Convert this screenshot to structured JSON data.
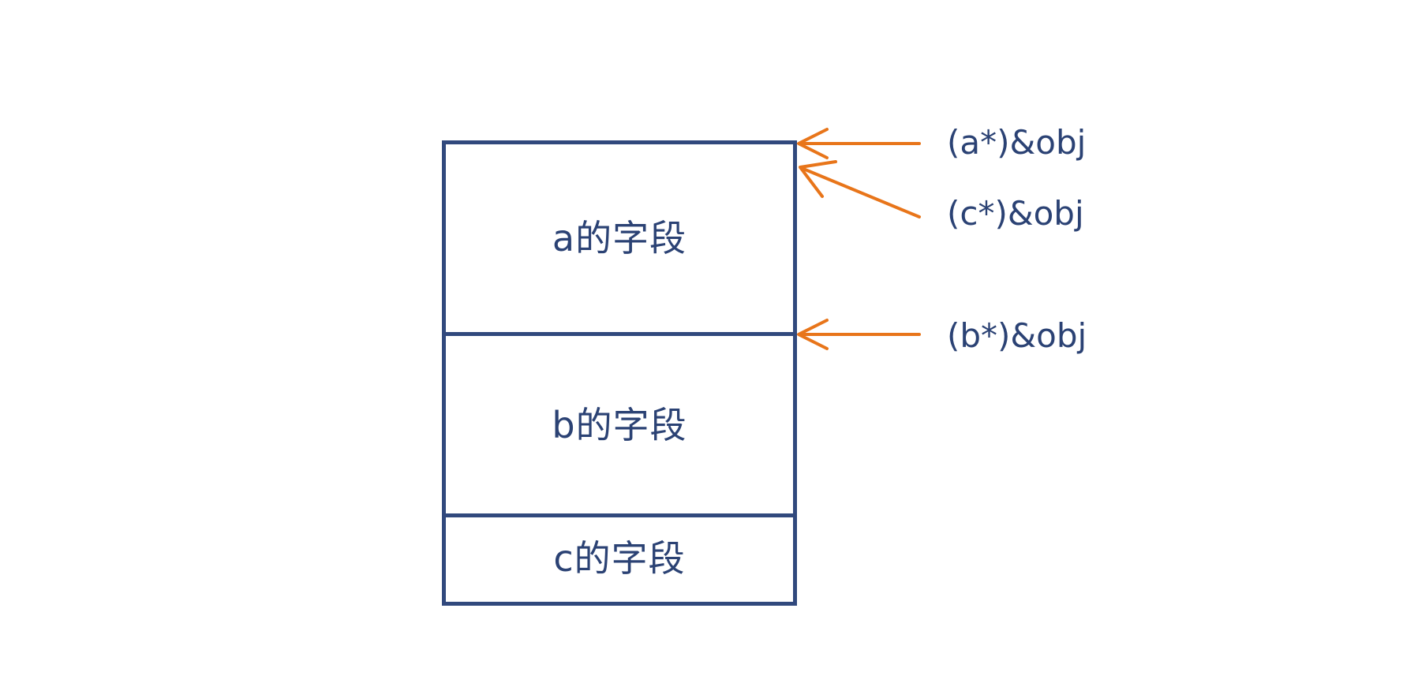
{
  "diagram": {
    "title": "object memory layout with base-class subobject pointers",
    "colors": {
      "box_stroke": "#31497d",
      "box_fill": "#ffffff",
      "text": "#2b4274",
      "arrow": "#e8751a",
      "background": "#ffffff"
    },
    "memory_box": {
      "fields": [
        {
          "id": "a",
          "label": "a的字段"
        },
        {
          "id": "b",
          "label": "b的字段"
        },
        {
          "id": "c",
          "label": "c的字段"
        }
      ]
    },
    "annotations": [
      {
        "id": "a",
        "label": "(a*)&obj",
        "points_to": "top-of-object"
      },
      {
        "id": "c",
        "label": "(c*)&obj",
        "points_to": "top-of-object"
      },
      {
        "id": "b",
        "label": "(b*)&obj",
        "points_to": "start-of-b-field"
      }
    ]
  }
}
